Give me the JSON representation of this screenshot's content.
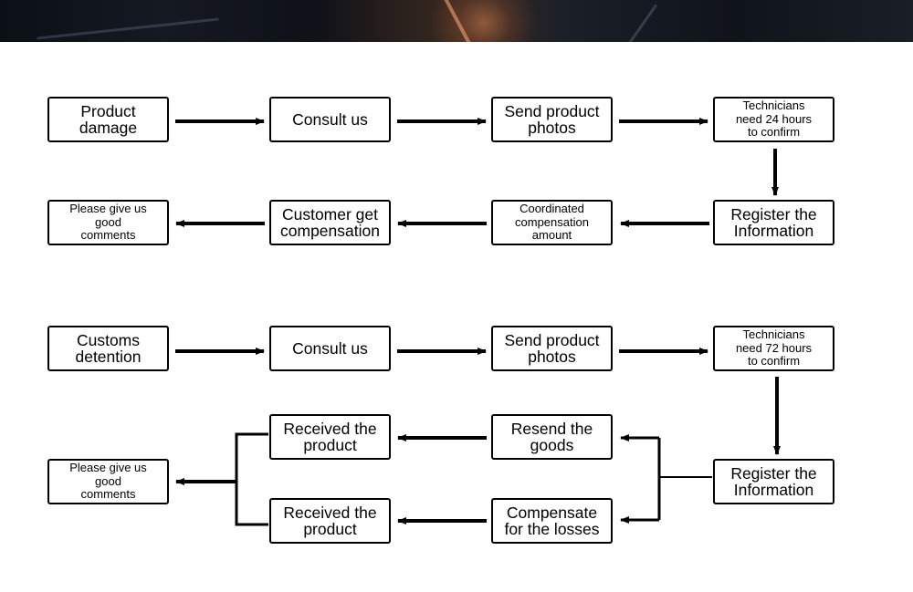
{
  "flow1": {
    "n1": "Product\ndamage",
    "n2": "Consult us",
    "n3": "Send product\nphotos",
    "n4": "Technicians\nneed 24 hours\nto confirm",
    "n5": "Register the\nInformation",
    "n6": "Coordinated\ncompensation\namount",
    "n7": "Customer get\ncompensation",
    "n8": "Please give us\ngood\ncomments"
  },
  "flow2": {
    "n1": "Customs\ndetention",
    "n2": "Consult us",
    "n3": "Send product\nphotos",
    "n4": "Technicians\nneed 72 hours\nto confirm",
    "n5": "Register the\nInformation",
    "n6": "Resend the\ngoods",
    "n7": "Compensate\nfor the losses",
    "n8": "Received the\nproduct",
    "n9": "Received the\nproduct",
    "n10": "Please give us\ngood\ncomments"
  }
}
